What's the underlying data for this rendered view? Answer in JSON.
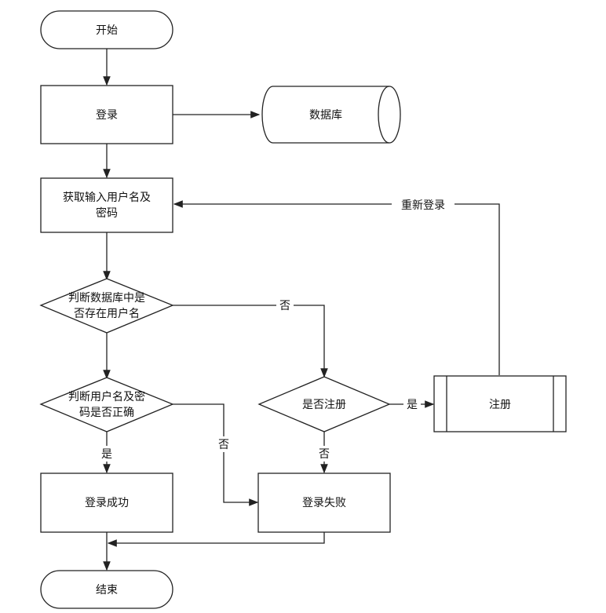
{
  "nodes": {
    "start": "开始",
    "login": "登录",
    "database": "数据库",
    "get_input": [
      "获取输入用户名及",
      "密码"
    ],
    "check_user_exists": [
      "判断数据库中是",
      "否存在用户名"
    ],
    "check_password": [
      "判断用户名及密",
      "码是否正确"
    ],
    "is_register": "是否注册",
    "register": "注册",
    "login_success": "登录成功",
    "login_fail": "登录失败",
    "end": "结束"
  },
  "edges": {
    "re_login": "重新登录",
    "no_user": "否",
    "yes_register": "是",
    "no_register": "否",
    "wrong_password": "否",
    "correct_password": "是"
  }
}
